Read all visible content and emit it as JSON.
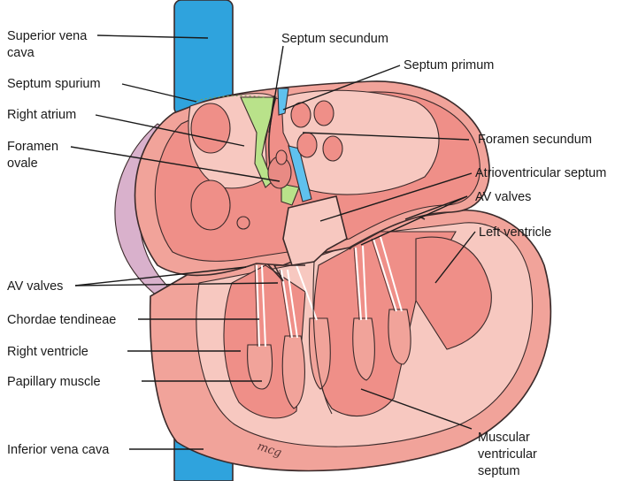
{
  "labels": {
    "superior_vena_cava_1": "Superior vena",
    "superior_vena_cava_2": "cava",
    "septum_spurium": "Septum spurium",
    "right_atrium": "Right atrium",
    "foramen_ovale_1": "Foramen",
    "foramen_ovale_2": "ovale",
    "septum_secundum": "Septum secundum",
    "septum_primum": "Septum primum",
    "foramen_secundum": "Foramen secundum",
    "atrioventricular_septum": "Atrioventricular septum",
    "av_valves_right": "AV valves",
    "left_ventricle": "Left ventricle",
    "av_valves_left": "AV valves",
    "chordae_tendineae": "Chordae tendineae",
    "right_ventricle": "Right ventricle",
    "papillary_muscle": "Papillary muscle",
    "inferior_vena_cava": "Inferior vena cava",
    "muscular_ventricular_septum_1": "Muscular",
    "muscular_ventricular_septum_2": "ventricular",
    "muscular_ventricular_septum_3": "septum"
  },
  "signature": "mcg",
  "colors": {
    "vena_cava": "#2fa3dd",
    "muscle_outer": "#f1a39a",
    "muscle_cut": "#f7c8c0",
    "cavity": "#ef8f88",
    "septum_spurium_green": "#b9e28a",
    "septum_primum_blue": "#5fc1ee",
    "pericardial_purple": "#d9b1cc"
  }
}
